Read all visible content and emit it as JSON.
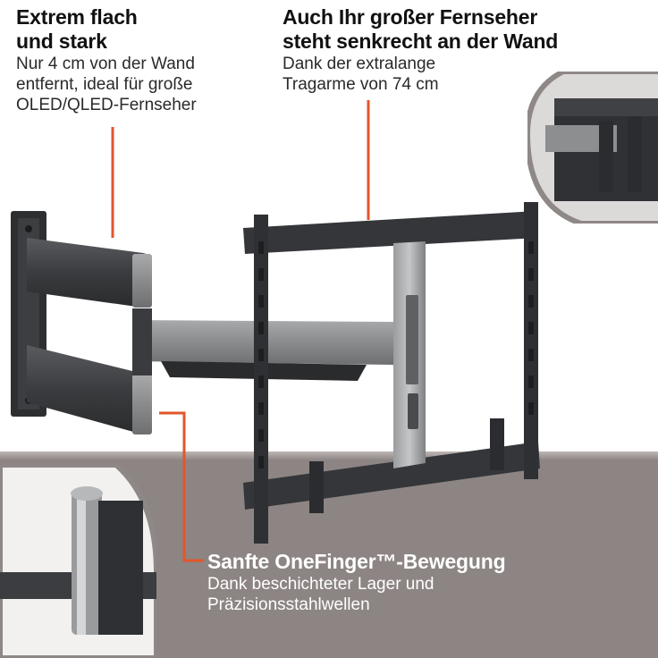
{
  "callouts": [
    {
      "title_lines": [
        "Extrem flach",
        "und stark"
      ],
      "body_lines": [
        "Nur 4 cm von der Wand",
        "entfernt, ideal für große",
        "OLED/QLED-Fernseher"
      ]
    },
    {
      "title_lines": [
        "Auch Ihr großer Fernseher",
        "steht senkrecht an der Wand"
      ],
      "body_lines": [
        "Dank der extralange",
        "Tragarme von 74 cm"
      ]
    },
    {
      "title_lines": [
        "Sanfte OneFinger™-Bewegung"
      ],
      "body_lines": [
        "Dank beschichteter Lager und",
        "Präzisionsstahlwellen"
      ]
    }
  ],
  "colors": {
    "leader_line": "#e2562b",
    "floor": "#8c8583",
    "metal_dark": "#2f3033",
    "metal_light": "#8d8e90",
    "inset_border": "#8e8886"
  },
  "icons": [
    "wall-mount-product-image",
    "detail-inset-tv-back",
    "detail-inset-hinge"
  ]
}
